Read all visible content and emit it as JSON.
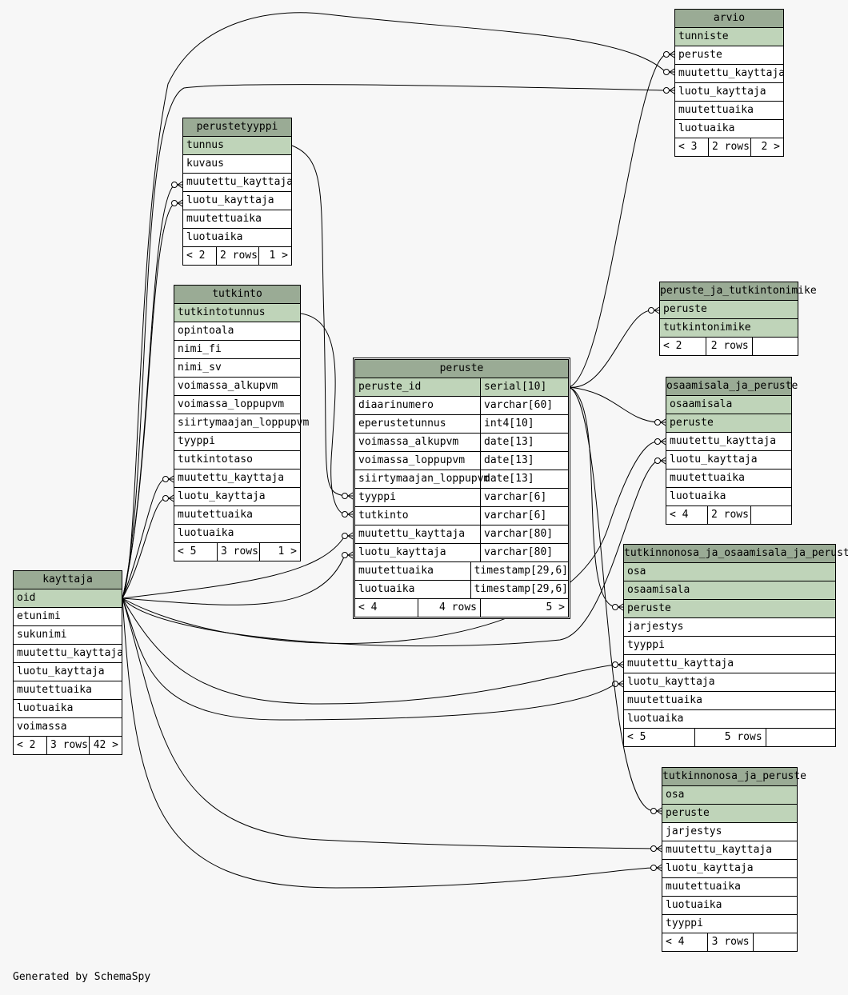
{
  "footer": "Generated by SchemaSpy",
  "colors": {
    "background": "#f7f7f7",
    "header": "#9aab95",
    "key_row": "#bfd4b9",
    "row": "#ffffff",
    "line": "#000000"
  },
  "tables": {
    "arvio": {
      "title": "arvio",
      "columns": [
        {
          "name": "tunniste",
          "key": true
        },
        {
          "name": "peruste",
          "key": false
        },
        {
          "name": "muutettu_kayttaja",
          "key": false
        },
        {
          "name": "luotu_kayttaja",
          "key": false
        },
        {
          "name": "muutettuaika",
          "key": false
        },
        {
          "name": "luotuaika",
          "key": false
        }
      ],
      "footer": {
        "left": "< 3",
        "mid": "2 rows",
        "right": "2 >"
      }
    },
    "perustetyyppi": {
      "title": "perustetyyppi",
      "columns": [
        {
          "name": "tunnus",
          "key": true
        },
        {
          "name": "kuvaus",
          "key": false
        },
        {
          "name": "muutettu_kayttaja",
          "key": false
        },
        {
          "name": "luotu_kayttaja",
          "key": false
        },
        {
          "name": "muutettuaika",
          "key": false
        },
        {
          "name": "luotuaika",
          "key": false
        }
      ],
      "footer": {
        "left": "< 2",
        "mid": "2 rows",
        "right": "1 >"
      }
    },
    "tutkinto": {
      "title": "tutkinto",
      "columns": [
        {
          "name": "tutkintotunnus",
          "key": true
        },
        {
          "name": "opintoala",
          "key": false
        },
        {
          "name": "nimi_fi",
          "key": false
        },
        {
          "name": "nimi_sv",
          "key": false
        },
        {
          "name": "voimassa_alkupvm",
          "key": false
        },
        {
          "name": "voimassa_loppupvm",
          "key": false
        },
        {
          "name": "siirtymaajan_loppupvm",
          "key": false
        },
        {
          "name": "tyyppi",
          "key": false
        },
        {
          "name": "tutkintotaso",
          "key": false
        },
        {
          "name": "muutettu_kayttaja",
          "key": false
        },
        {
          "name": "luotu_kayttaja",
          "key": false
        },
        {
          "name": "muutettuaika",
          "key": false
        },
        {
          "name": "luotuaika",
          "key": false
        }
      ],
      "footer": {
        "left": "< 5",
        "mid": "3 rows",
        "right": "1 >"
      }
    },
    "kayttaja": {
      "title": "kayttaja",
      "columns": [
        {
          "name": "oid",
          "key": true
        },
        {
          "name": "etunimi",
          "key": false
        },
        {
          "name": "sukunimi",
          "key": false
        },
        {
          "name": "muutettu_kayttaja",
          "key": false
        },
        {
          "name": "luotu_kayttaja",
          "key": false
        },
        {
          "name": "muutettuaika",
          "key": false
        },
        {
          "name": "luotuaika",
          "key": false
        },
        {
          "name": "voimassa",
          "key": false
        }
      ],
      "footer": {
        "left": "< 2",
        "mid": "3 rows",
        "right": "42 >"
      }
    },
    "peruste": {
      "title": "peruste",
      "columns": [
        {
          "name": "peruste_id",
          "type": "serial[10]",
          "key": true
        },
        {
          "name": "diaarinumero",
          "type": "varchar[60]",
          "key": false
        },
        {
          "name": "eperustetunnus",
          "type": "int4[10]",
          "key": false
        },
        {
          "name": "voimassa_alkupvm",
          "type": "date[13]",
          "key": false
        },
        {
          "name": "voimassa_loppupvm",
          "type": "date[13]",
          "key": false
        },
        {
          "name": "siirtymaajan_loppupvm",
          "type": "date[13]",
          "key": false
        },
        {
          "name": "tyyppi",
          "type": "varchar[6]",
          "key": false
        },
        {
          "name": "tutkinto",
          "type": "varchar[6]",
          "key": false
        },
        {
          "name": "muutettu_kayttaja",
          "type": "varchar[80]",
          "key": false
        },
        {
          "name": "luotu_kayttaja",
          "type": "varchar[80]",
          "key": false
        },
        {
          "name": "muutettuaika",
          "type": "timestamp[29,6]",
          "key": false
        },
        {
          "name": "luotuaika",
          "type": "timestamp[29,6]",
          "key": false
        }
      ],
      "footer": {
        "left": "< 4",
        "mid": "4 rows",
        "right": "5 >"
      }
    },
    "peruste_ja_tutkintonimike": {
      "title": "peruste_ja_tutkintonimike",
      "columns": [
        {
          "name": "peruste",
          "key": true
        },
        {
          "name": "tutkintonimike",
          "key": true
        }
      ],
      "footer": {
        "left": "< 2",
        "mid": "2 rows",
        "right": ""
      }
    },
    "osaamisala_ja_peruste": {
      "title": "osaamisala_ja_peruste",
      "columns": [
        {
          "name": "osaamisala",
          "key": true
        },
        {
          "name": "peruste",
          "key": true
        },
        {
          "name": "muutettu_kayttaja",
          "key": false
        },
        {
          "name": "luotu_kayttaja",
          "key": false
        },
        {
          "name": "muutettuaika",
          "key": false
        },
        {
          "name": "luotuaika",
          "key": false
        }
      ],
      "footer": {
        "left": "< 4",
        "mid": "2 rows",
        "right": ""
      }
    },
    "tutkinnonosa_ja_osaamisala_ja_peruste": {
      "title": "tutkinnonosa_ja_osaamisala_ja_peruste",
      "columns": [
        {
          "name": "osa",
          "key": true
        },
        {
          "name": "osaamisala",
          "key": true
        },
        {
          "name": "peruste",
          "key": true
        },
        {
          "name": "jarjestys",
          "key": false
        },
        {
          "name": "tyyppi",
          "key": false
        },
        {
          "name": "muutettu_kayttaja",
          "key": false
        },
        {
          "name": "luotu_kayttaja",
          "key": false
        },
        {
          "name": "muutettuaika",
          "key": false
        },
        {
          "name": "luotuaika",
          "key": false
        }
      ],
      "footer": {
        "left": "< 5",
        "mid": "5 rows",
        "right": ""
      }
    },
    "tutkinnonosa_ja_peruste": {
      "title": "tutkinnonosa_ja_peruste",
      "columns": [
        {
          "name": "osa",
          "key": true
        },
        {
          "name": "peruste",
          "key": true
        },
        {
          "name": "jarjestys",
          "key": false
        },
        {
          "name": "muutettu_kayttaja",
          "key": false
        },
        {
          "name": "luotu_kayttaja",
          "key": false
        },
        {
          "name": "muutettuaika",
          "key": false
        },
        {
          "name": "luotuaika",
          "key": false
        },
        {
          "name": "tyyppi",
          "key": false
        }
      ],
      "footer": {
        "left": "< 4",
        "mid": "3 rows",
        "right": ""
      }
    }
  }
}
